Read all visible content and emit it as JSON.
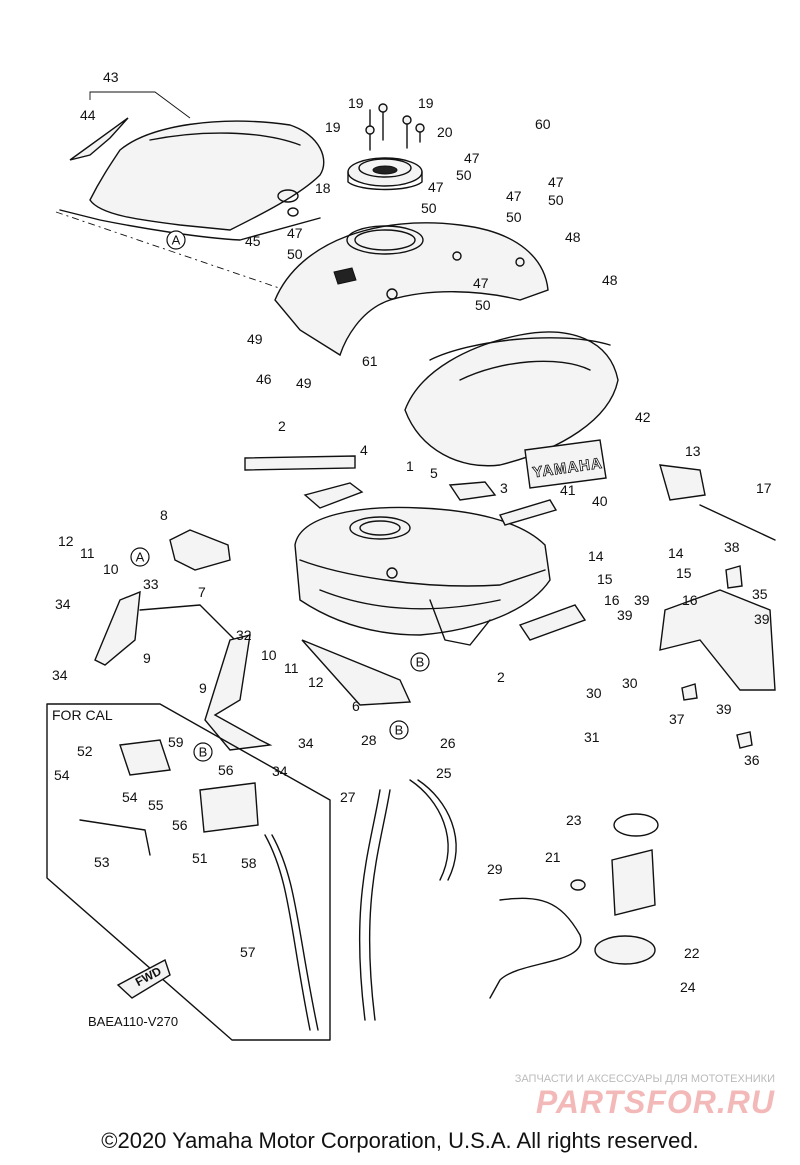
{
  "callouts": {
    "c1": "1",
    "c2a": "2",
    "c2b": "2",
    "c3": "3",
    "c4": "4",
    "c5": "5",
    "c6": "6",
    "c7": "7",
    "c8": "8",
    "c9a": "9",
    "c9b": "9",
    "c10a": "10",
    "c10b": "10",
    "c11a": "11",
    "c11b": "11",
    "c12a": "12",
    "c12b": "12",
    "c13": "13",
    "c14a": "14",
    "c14b": "14",
    "c15a": "15",
    "c15b": "15",
    "c16a": "16",
    "c16b": "16",
    "c17": "17",
    "c18": "18",
    "c19a": "19",
    "c19b": "19",
    "c19c": "19",
    "c20": "20",
    "c21": "21",
    "c22": "22",
    "c23": "23",
    "c24": "24",
    "c25": "25",
    "c26": "26",
    "c27": "27",
    "c28": "28",
    "c29": "29",
    "c30a": "30",
    "c30b": "30",
    "c31": "31",
    "c32": "32",
    "c33": "33",
    "c34a": "34",
    "c34b": "34",
    "c34c": "34",
    "c34d": "34",
    "c35": "35",
    "c36": "36",
    "c37": "37",
    "c38": "38",
    "c39a": "39",
    "c39b": "39",
    "c39c": "39",
    "c39d": "39",
    "c40": "40",
    "c41": "41",
    "c42": "42",
    "c43": "43",
    "c44": "44",
    "c45": "45",
    "c46": "46",
    "c47a": "47",
    "c47b": "47",
    "c47c": "47",
    "c47d": "47",
    "c47e": "47",
    "c47f": "47",
    "c48a": "48",
    "c48b": "48",
    "c49a": "49",
    "c49b": "49",
    "c50a": "50",
    "c50b": "50",
    "c50c": "50",
    "c50d": "50",
    "c50e": "50",
    "c50f": "50",
    "c51": "51",
    "c52": "52",
    "c53": "53",
    "c54a": "54",
    "c54b": "54",
    "c55": "55",
    "c56a": "56",
    "c56b": "56",
    "c57": "57",
    "c58": "58",
    "c59": "59",
    "c60": "60",
    "c61": "61"
  },
  "refs": {
    "a1": "A",
    "a2": "A",
    "b1": "B",
    "b2": "B",
    "b3": "B"
  },
  "for_cal_title": "FOR CAL",
  "fwd_label": "FWD",
  "tank_brand": "YAMAHA",
  "diagram_code": "BAEA110-V270",
  "watermark": {
    "tagline": "ЗАПЧАСТИ И АКСЕССУАРЫ ДЛЯ МОТОТЕХНИКИ",
    "brand": "PARTSFOR.RU"
  },
  "copyright": "©2020 Yamaha Motor Corporation, U.S.A. All rights reserved."
}
